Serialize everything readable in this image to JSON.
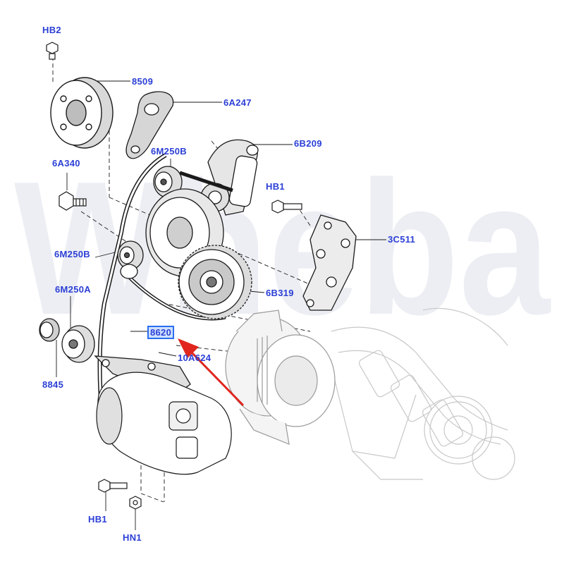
{
  "callouts": {
    "hb2": "HB2",
    "p8509": "8509",
    "p6a247": "6A247",
    "p6b209": "6B209",
    "p6m250b_top": "6M250B",
    "p6a340": "6A340",
    "hb1_top": "HB1",
    "p3c511": "3C511",
    "p6m250b_mid": "6M250B",
    "p6b319": "6B319",
    "p6m250a": "6M250A",
    "p8620": "8620",
    "p10a624": "10A624",
    "p8845": "8845",
    "hb1_bottom": "HB1",
    "hn1": "HN1"
  },
  "watermark": "Wheba",
  "colors": {
    "label": "#2b3fd6",
    "highlight_border": "#2b6ef0",
    "highlight_fill": "#cfe0ff",
    "arrow": "#e0261e",
    "line": "#1a1a1a",
    "ghost_line": "#c8c8c8",
    "watermark": "#eceef3"
  }
}
